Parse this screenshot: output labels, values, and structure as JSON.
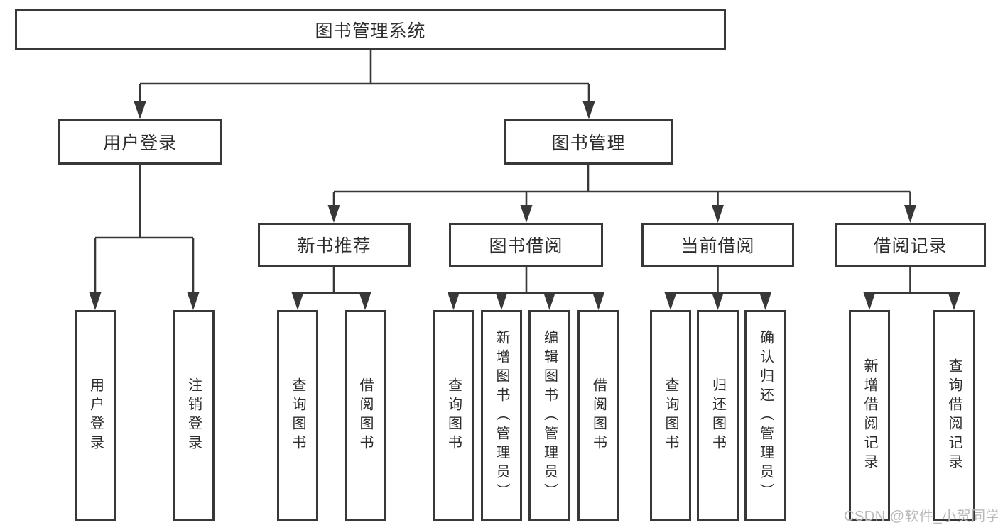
{
  "tree": {
    "root": {
      "label": "图书管理系统",
      "children": [
        {
          "label": "用户登录",
          "children": [
            {
              "label": "用户登录"
            },
            {
              "label": "注销登录"
            }
          ]
        },
        {
          "label": "图书管理",
          "children": [
            {
              "label": "新书推荐",
              "children": [
                {
                  "label": "查询图书"
                },
                {
                  "label": "借阅图书"
                }
              ]
            },
            {
              "label": "图书借阅",
              "children": [
                {
                  "label": "查询图书"
                },
                {
                  "label": "新增图书（管理员）"
                },
                {
                  "label": "编辑图书（管理员）"
                },
                {
                  "label": "借阅图书"
                }
              ]
            },
            {
              "label": "当前借阅",
              "children": [
                {
                  "label": "查询图书"
                },
                {
                  "label": "归还图书"
                },
                {
                  "label": "确认归还（管理员）"
                }
              ]
            },
            {
              "label": "借阅记录",
              "children": [
                {
                  "label": "新增借阅记录"
                },
                {
                  "label": "查询借阅记录"
                }
              ]
            }
          ]
        }
      ]
    }
  },
  "watermark": {
    "text": "CSDN @软件_小贺同学"
  },
  "colors": {
    "background": "#ffffff",
    "box_border": "#383838",
    "connector_line": "#383838",
    "text": "#2d2d2d",
    "watermark": "#b9b9b9"
  }
}
